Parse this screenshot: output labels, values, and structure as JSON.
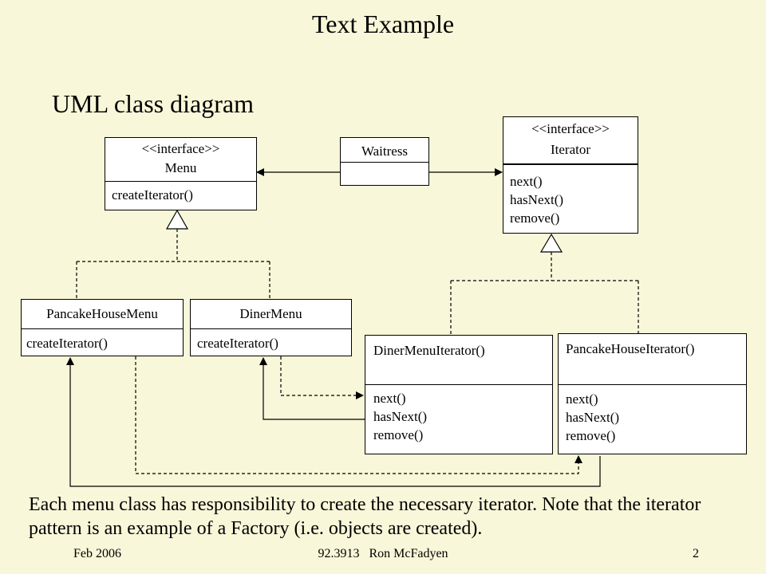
{
  "title": "Text Example",
  "subtitle": "UML class diagram",
  "classes": {
    "menu": {
      "stereotype": "<<interface>>",
      "name": "Menu",
      "ops": [
        "createIterator()"
      ]
    },
    "waitress": {
      "name": "Waitress"
    },
    "iterator": {
      "stereotype": "<<interface>>",
      "name": "Iterator",
      "ops": [
        "next()",
        "hasNext()",
        "remove()"
      ]
    },
    "pancake_house_menu": {
      "name": "PancakeHouseMenu",
      "ops": [
        "createIterator()"
      ]
    },
    "diner_menu": {
      "name": "DinerMenu",
      "ops": [
        "createIterator()"
      ]
    },
    "diner_menu_iterator": {
      "name": "DinerMenuIterator()",
      "ops": [
        "next()",
        "hasNext()",
        "remove()"
      ]
    },
    "pancake_house_iterator": {
      "name": "PancakeHouseIterator()",
      "ops": [
        "next()",
        "hasNext()",
        "remove()"
      ]
    }
  },
  "caption": "Each menu class has responsibility to create the necessary iterator.  Note that the iterator pattern is an example of a Factory (i.e. objects are created).",
  "footer": {
    "left": "Feb 2006",
    "center": "92.3913   Ron McFadyen",
    "right": "2"
  }
}
